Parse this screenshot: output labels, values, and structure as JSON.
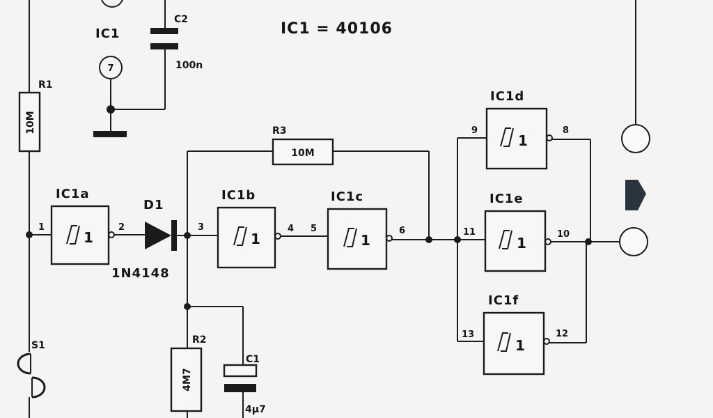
{
  "title": "IC1 = 40106",
  "ic7": {
    "label": "IC1",
    "pin": "7"
  },
  "c2": {
    "name": "C2",
    "value": "100n"
  },
  "c1": {
    "name": "C1",
    "value": "4µ7"
  },
  "r1": {
    "name": "R1",
    "value": "10M"
  },
  "r2": {
    "name": "R2",
    "value": "4M7"
  },
  "r3": {
    "name": "R3",
    "value": "10M"
  },
  "d1": {
    "name": "D1",
    "part": "1N4148"
  },
  "s1": {
    "name": "S1"
  },
  "gates": {
    "a": {
      "name": "IC1a",
      "in": "1",
      "out": "2",
      "sym": "1"
    },
    "b": {
      "name": "IC1b",
      "in": "3",
      "out": "4",
      "sym": "1"
    },
    "c": {
      "name": "IC1c",
      "in": "5",
      "out": "6",
      "sym": "1"
    },
    "d": {
      "name": "IC1d",
      "in": "9",
      "out": "8",
      "sym": "1"
    },
    "e": {
      "name": "IC1e",
      "in": "11",
      "out": "10",
      "sym": "1"
    },
    "f": {
      "name": "IC1f",
      "in": "13",
      "out": "12",
      "sym": "1"
    }
  }
}
